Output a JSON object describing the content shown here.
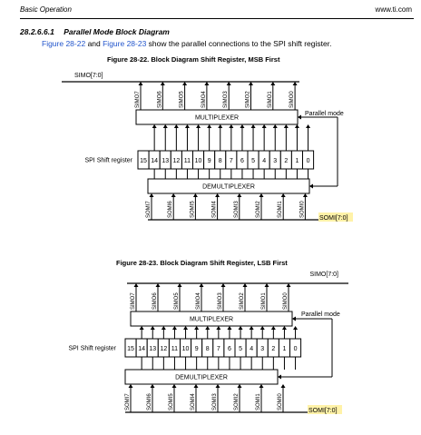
{
  "header": {
    "section": "Basic Operation",
    "site": "www.ti.com"
  },
  "section_heading": {
    "number": "28.2.6.6.1",
    "title": "Parallel Mode Block Diagram"
  },
  "intro": {
    "link1": "Figure 28-22",
    "mid": " and ",
    "link2": "Figure 28-23",
    "rest": " show the parallel connections to the SPI shift register."
  },
  "figures": [
    {
      "caption": "Figure 28-22. Block Diagram Shift Register, MSB First",
      "simo_bus": "SIMO[7:0]",
      "simo_pins": [
        "SIMO7",
        "SIMO6",
        "SIMO5",
        "SIMO4",
        "SIMO3",
        "SIMO2",
        "SIMO1",
        "SIMO0"
      ],
      "mux": "MULTIPLEXER",
      "parallel_mode": "Parallel mode",
      "register_label": "SPI Shift register",
      "bits": [
        "15",
        "14",
        "13",
        "12",
        "11",
        "10",
        "9",
        "8",
        "7",
        "6",
        "5",
        "4",
        "3",
        "2",
        "1",
        "0"
      ],
      "demux": "DEMULTIPLEXER",
      "somi_pins": [
        "SOMI7",
        "SOMI6",
        "SOMI5",
        "SOMI4",
        "SOMI3",
        "SOMI2",
        "SOMI1",
        "SOMI0"
      ],
      "somi_bus": "SOMI[7:0]",
      "highlight_color": "#fff2a8"
    },
    {
      "caption": "Figure 28-23. Block Diagram Shift Register, LSB First",
      "simo_bus": "SIMO[7:0]",
      "simo_pins": [
        "SIMO7",
        "SIMO6",
        "SIMO5",
        "SIMO4",
        "SIMO3",
        "SIMO2",
        "SIMO1",
        "SIMO0"
      ],
      "mux": "MULTIPLEXER",
      "parallel_mode": "Parallel mode",
      "register_label": "SPI Shift register",
      "bits": [
        "15",
        "14",
        "13",
        "12",
        "11",
        "10",
        "9",
        "8",
        "7",
        "6",
        "5",
        "4",
        "3",
        "2",
        "1",
        "0"
      ],
      "demux": "DEMULTIPLEXER",
      "somi_pins": [
        "SOMI7",
        "SOMI6",
        "SOMI5",
        "SOMI4",
        "SOMI3",
        "SOMI2",
        "SOMI1",
        "SOMI0"
      ],
      "somi_bus": "SOMI[7:0]",
      "highlight_color": "#fff2a8"
    }
  ]
}
